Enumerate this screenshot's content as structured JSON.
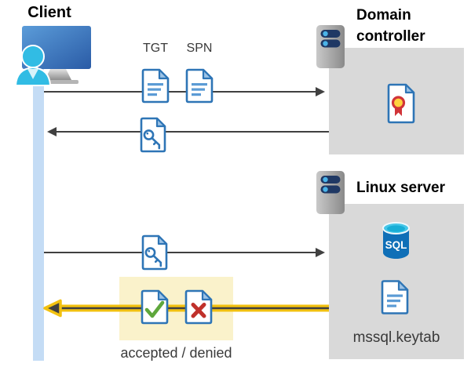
{
  "diagram": {
    "client": {
      "label": "Client"
    },
    "ticket_request": {
      "tgt_label": "TGT",
      "spn_label": "SPN"
    },
    "domain_controller": {
      "label": "Domain controller"
    },
    "linux_server": {
      "label": "Linux server",
      "sql_badge": "SQL",
      "keytab_label": "mssql.keytab"
    },
    "result": {
      "label": "accepted / denied"
    }
  },
  "icons": {
    "client": "user-at-monitor",
    "domain_controller": "server",
    "linux_server": "server",
    "tgt": "text-document",
    "spn": "text-document",
    "service_ticket": "document-with-key",
    "certificate": "document-with-certificate-seal",
    "sql_database": "sql-database-cylinder",
    "keytab_file": "text-document",
    "accepted": "document-with-green-check",
    "denied": "document-with-red-x"
  },
  "colors": {
    "doc_blue": "#2e75b6",
    "doc_fold_blue": "#9dc3e6",
    "doc_line_blue": "#5b9bd5",
    "timeline_blue": "#c4dcf5",
    "box_gray": "#d9d9d9",
    "arrow_gray": "#404040",
    "highlight_yellow": "#f2c110",
    "highlight_bg": "#faf2cb",
    "check_green": "#5ea73c",
    "cross_red": "#c0312b",
    "cert_ribbon_red": "#d13438",
    "cert_seal_yellow": "#ffd23e",
    "sql_body_blue": "#0f6fb7",
    "sql_top_cyan": "#45c6e8",
    "person_cyan": "#31bce4",
    "server_bar_navy": "#1f3864"
  }
}
